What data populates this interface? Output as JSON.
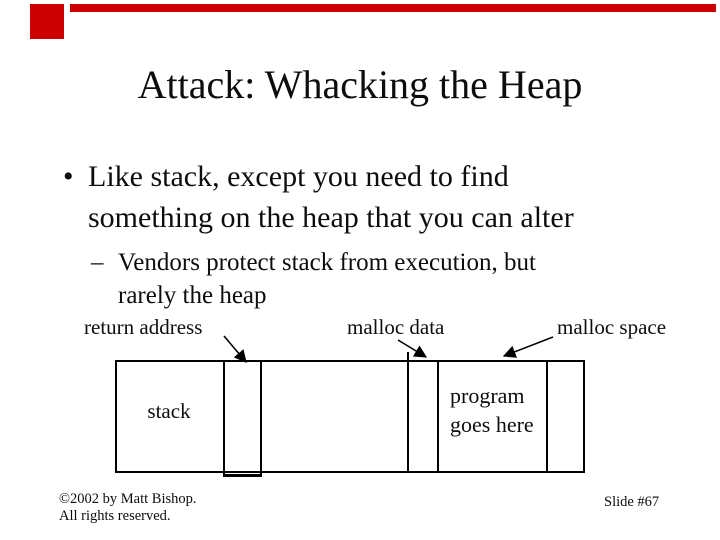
{
  "slide": {
    "title": "Attack: Whacking the Heap",
    "accent_color": "#cc0000",
    "bullet": {
      "marker": "•",
      "lines": [
        "Like stack, except you need to find",
        "something on the heap that you can alter"
      ]
    },
    "sub_bullet": {
      "marker": "–",
      "lines": [
        "Vendors protect stack from execution, but",
        "rarely the heap"
      ]
    },
    "diagram": {
      "label_return_address": "return address",
      "label_malloc_data": "malloc data",
      "label_malloc_space": "malloc space",
      "stack_cell": "stack",
      "program_cell_lines": [
        "program",
        "goes here"
      ]
    },
    "footer": {
      "copyright_lines": [
        "©2002 by Matt Bishop.",
        "All rights reserved."
      ],
      "slide_number": "Slide #67"
    }
  }
}
